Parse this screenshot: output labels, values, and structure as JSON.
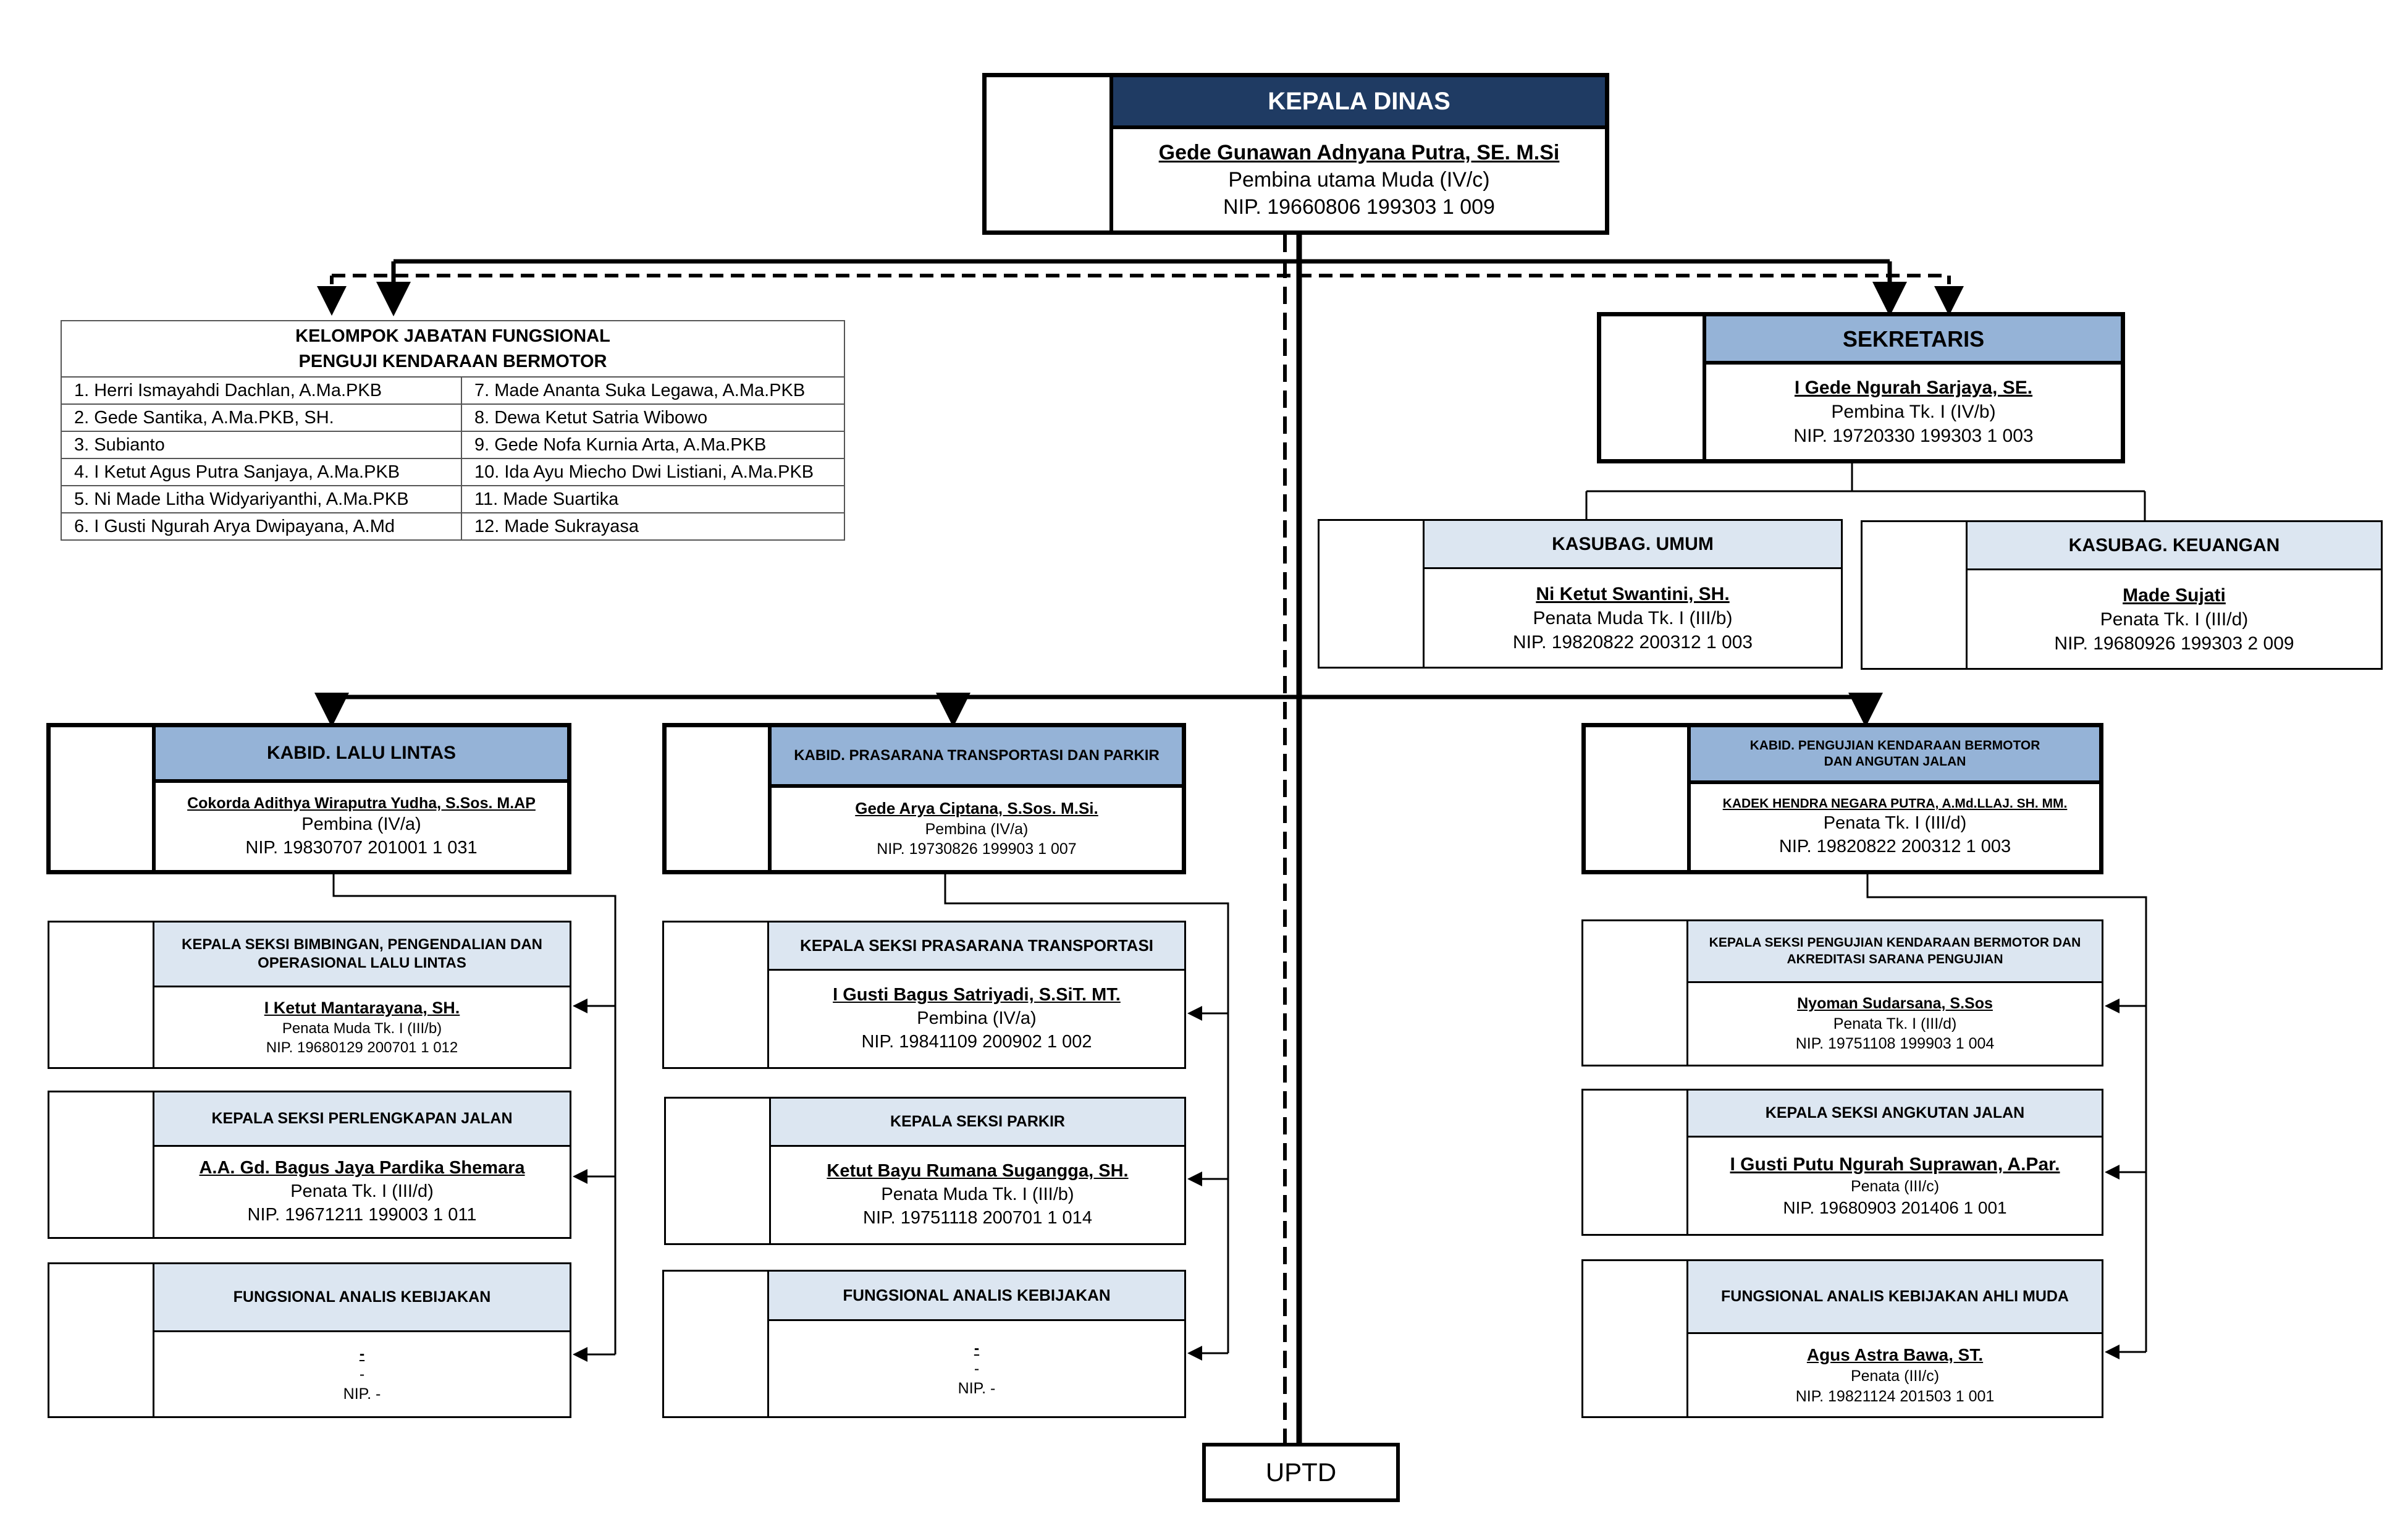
{
  "head": {
    "title": "KEPALA DINAS",
    "name": "Gede Gunawan Adnyana Putra, SE. M.Si",
    "rank": "Pembina utama Muda (IV/c)",
    "nip": "NIP. 19660806 199303 1 009"
  },
  "fungsional": {
    "title_line1": "KELOMPOK JABATAN FUNGSIONAL",
    "title_line2": "PENGUJI KENDARAAN BERMOTOR",
    "rows": [
      {
        "left": "1.  Herri Ismayahdi Dachlan, A.Ma.PKB",
        "right": "7.  Made Ananta Suka Legawa, A.Ma.PKB"
      },
      {
        "left": "2.  Gede Santika, A.Ma.PKB, SH.",
        "right": "8.  Dewa Ketut Satria Wibowo"
      },
      {
        "left": "3.  Subianto",
        "right": "9.  Gede Nofa Kurnia Arta,  A.Ma.PKB"
      },
      {
        "left": "4.  I Ketut Agus Putra Sanjaya, A.Ma.PKB",
        "right": "10. Ida Ayu Miecho Dwi Listiani, A.Ma.PKB"
      },
      {
        "left": "5.  Ni Made Litha Widyariyanthi, A.Ma.PKB",
        "right": "11. Made Suartika"
      },
      {
        "left": "6.  I Gusti Ngurah Arya Dwipayana, A.Md",
        "right": "12. Made Sukrayasa"
      }
    ]
  },
  "sekretaris": {
    "title": "SEKRETARIS",
    "name": "I Gede Ngurah Sarjaya, SE.",
    "rank": "Pembina Tk. I (IV/b)",
    "nip": "NIP. 19720330 199303 1 003"
  },
  "kasubag_umum": {
    "title": "KASUBAG. UMUM",
    "name": "Ni Ketut Swantini, SH.",
    "rank": "Penata Muda Tk. I  (III/b)",
    "nip": "NIP. 19820822 200312 1 003"
  },
  "kasubag_keuangan": {
    "title": "KASUBAG.  KEUANGAN",
    "name": "Made Sujati",
    "rank": "Penata Tk. I  (III/d)",
    "nip": "NIP. 19680926 199303 2 009"
  },
  "kabid_lalin": {
    "title": "KABID. LALU LINTAS",
    "name": "Cokorda Adithya Wiraputra Yudha, S.Sos. M.AP",
    "rank": "Pembina   (IV/a)",
    "nip": "NIP. 19830707 201001 1 031"
  },
  "kabid_prasarana": {
    "title": "KABID. PRASARANA TRANSPORTASI DAN PARKIR",
    "name": "Gede Arya Ciptana, S.Sos. M.Si.",
    "rank": "Pembina (IV/a)",
    "nip": "NIP. 19730826 199903 1 007"
  },
  "kabid_pengujian": {
    "title_line1": "KABID. PENGUJIAN KENDARAAN BERMOTOR",
    "title_line2": "DAN ANGUTAN JALAN",
    "name": "KADEK HENDRA NEGARA PUTRA, A.Md.LLAJ. SH. MM.",
    "rank": "Penata Tk. I  (III/d)",
    "nip": "NIP. 19820822 200312 1 003"
  },
  "seksi_bimbingan": {
    "title_line1": "KEPALA SEKSI BIMBINGAN, PENGENDALIAN DAN",
    "title_line2": "OPERASIONAL LALU LINTAS",
    "name": "I Ketut Mantarayana, SH.",
    "rank": "Penata Muda Tk. I  (III/b)",
    "nip": "NIP. 19680129 200701 1 012"
  },
  "seksi_perlengkapan": {
    "title": "KEPALA SEKSI PERLENGKAPAN JALAN",
    "name": "A.A. Gd. Bagus Jaya Pardika Shemara",
    "rank": "Penata Tk. I   (III/d)",
    "nip": "NIP. 19671211 199003 1 011"
  },
  "fungsional_lalin": {
    "title": "FUNGSIONAL ANALIS KEBIJAKAN",
    "name": "-",
    "rank": "-",
    "nip": "NIP. -"
  },
  "seksi_prasarana": {
    "title": "KEPALA SEKSI PRASARANA TRANSPORTASI",
    "name": "I Gusti Bagus Satriyadi, S.SiT. MT.",
    "rank": "Pembina  (IV/a)",
    "nip": "NIP. 19841109 200902 1 002"
  },
  "seksi_parkir": {
    "title": "KEPALA SEKSI PARKIR",
    "name": "Ketut Bayu Rumana Sugangga, SH.",
    "rank": "Penata Muda Tk. I (III/b)",
    "nip": "NIP. 19751118 200701 1 014"
  },
  "fungsional_prasarana": {
    "title": "FUNGSIONAL ANALIS KEBIJAKAN",
    "name": "-",
    "rank": "-",
    "nip": "NIP. -"
  },
  "seksi_pengujian": {
    "title_line1": "KEPALA SEKSI PENGUJIAN KENDARAAN BERMOTOR DAN",
    "title_line2": "AKREDITASI SARANA PENGUJIAN",
    "name": "Nyoman Sudarsana, S.Sos",
    "rank": "Penata Tk. I (III/d)",
    "nip": "NIP. 19751108 199903 1 004"
  },
  "seksi_angkutan": {
    "title": "KEPALA SEKSI ANGKUTAN JALAN",
    "name": "I Gusti Putu Ngurah Suprawan, A.Par.",
    "rank": "Penata  (III/c)",
    "nip": "NIP. 19680903 201406 1 001"
  },
  "fungsional_pengujian": {
    "title": "FUNGSIONAL ANALIS KEBIJAKAN AHLI MUDA",
    "name": "Agus Astra Bawa, ST.",
    "rank": "Penata  (III/c)",
    "nip": "NIP. 19821124 201503 1 001"
  },
  "uptd": {
    "label": "UPTD"
  }
}
